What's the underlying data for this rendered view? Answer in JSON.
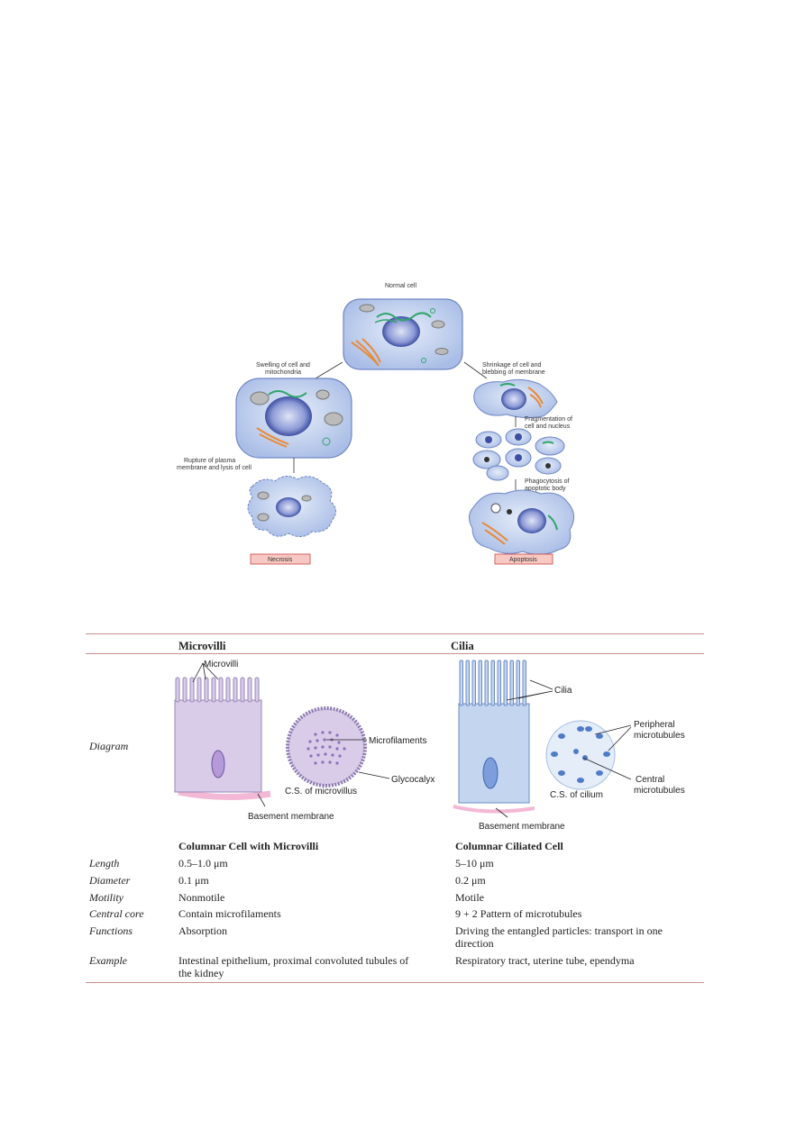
{
  "figure_cell_death": {
    "normal_cell_label": "Normal cell",
    "necrosis_step1": [
      "Swelling of cell and",
      "mitochondria"
    ],
    "necrosis_step2": [
      "Rupture of plasma",
      "membrane and lysis of cell"
    ],
    "apoptosis_step1": [
      "Shrinkage of cell and",
      "blebbing of membrane"
    ],
    "apoptosis_step2": [
      "Fragmentation of",
      "cell and nucleus"
    ],
    "apoptosis_step3": [
      "Phagocytosis of",
      "apoptotic body"
    ],
    "necrosis_tag": "Necrosis",
    "apoptosis_tag": "Apoptosis"
  },
  "table": {
    "col1_header": "Microvilli",
    "col2_header": "Cilia",
    "diagram_row_label": "Diagram",
    "microvilli_diagram": {
      "microvilli_label": "Microvilli",
      "microfilaments_label": "Microfilaments",
      "glycocalyx_label": "Glycocalyx",
      "cs_label": "C.S. of microvillus",
      "basement_label": "Basement membrane"
    },
    "cilia_diagram": {
      "cilia_label": "Cilia",
      "peripheral_label": [
        "Peripheral",
        "microtubules"
      ],
      "central_label": [
        "Central",
        "microtubules"
      ],
      "cs_label": "C.S. of cilium",
      "basement_label": "Basement membrane"
    },
    "subheader_col1": "Columnar Cell with Microvilli",
    "subheader_col2": "Columnar Ciliated Cell",
    "rows": [
      {
        "label": "Length",
        "col1": "0.5–1.0 μm",
        "col2": "5–10 μm"
      },
      {
        "label": "Diameter",
        "col1": "0.1 μm",
        "col2": "0.2 μm"
      },
      {
        "label": "Motility",
        "col1": "Nonmotile",
        "col2": "Motile"
      },
      {
        "label": "Central core",
        "col1": "Contain microfilaments",
        "col2": "9 + 2 Pattern of microtubules"
      },
      {
        "label": "Functions",
        "col1": "Absorption",
        "col2": "Driving the entangled particles: transport in one direction"
      },
      {
        "label": "Example",
        "col1": "Intestinal epithelium, proximal convoluted tubules of the kidney",
        "col2": "Respiratory tract, uterine tube, ependyma"
      }
    ]
  },
  "colors": {
    "cell_fill": "#c9d7f0",
    "nucleus": "#4a5fb0",
    "er_green": "#2fa56a",
    "golgi_orange": "#e88a3a",
    "tag_fill": "#f7c9c2",
    "table_rule": "#c98f8f",
    "microvilli_cell": "#d8cce8",
    "cilia_cell": "#c3d5ef",
    "basement_pink": "#f3b8d6"
  }
}
